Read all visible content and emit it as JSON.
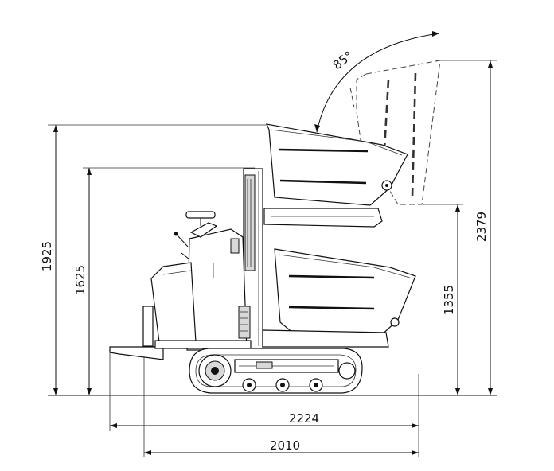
{
  "dimensions": {
    "height_raised_front": "1925",
    "height_rear": "1625",
    "height_tipped_max": "2379",
    "height_tipped_lip": "1355",
    "length_total": "2224",
    "length_tracks": "2010"
  },
  "angle": {
    "tip_angle": "85°"
  }
}
